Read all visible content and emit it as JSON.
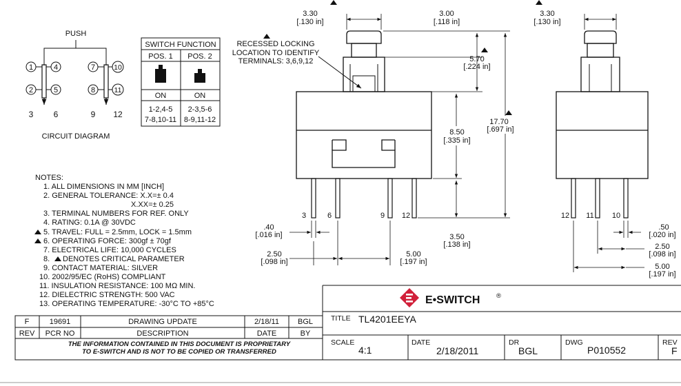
{
  "circuit": {
    "push_label": "PUSH",
    "caption": "CIRCUIT DIAGRAM",
    "terminals": [
      "1",
      "4",
      "2",
      "5",
      "3",
      "6",
      "7",
      "10",
      "8",
      "11",
      "9",
      "12"
    ]
  },
  "switch_function": {
    "title": "SWITCH FUNCTION",
    "pos1": "POS. 1",
    "pos2": "POS. 2",
    "on1": "ON",
    "on2": "ON",
    "conn1_a": "1-2,4-5",
    "conn1_b": "7-8,10-11",
    "conn2_a": "2-3,5-6",
    "conn2_b": "8-9,11-12"
  },
  "callouts": {
    "recessed_1": "RECESSED LOCKING",
    "recessed_2": "LOCATION TO IDENTIFY",
    "recessed_3": "TERMINALS: 3,6,9,12"
  },
  "dims": {
    "d330_mm": "3.30",
    "d330_in": "[.130 in]",
    "d300_mm": "3.00",
    "d300_in": "[.118 in]",
    "d570_mm": "5.70",
    "d570_in": "[.224 in]",
    "d850_mm": "8.50",
    "d850_in": "[.335 in]",
    "d1770_mm": "17.70",
    "d1770_in": "[.697 in]",
    "d350_mm": "3.50",
    "d350_in": "[.138 in]",
    "d040_mm": ".40",
    "d040_in": "[.016 in]",
    "d250_mm": "2.50",
    "d250_in": "[.098 in]",
    "d500_mm": "5.00",
    "d500_in": "[.197 in]",
    "r330_mm": "3.30",
    "r330_in": "[.130 in]",
    "r050_mm": ".50",
    "r050_in": "[.020 in]",
    "r250_mm": "2.50",
    "r250_in": "[.098 in]",
    "r500_mm": "5.00",
    "r500_in": "[.197 in]"
  },
  "front_terminals": [
    "3",
    "6",
    "9",
    "12"
  ],
  "side_terminals": [
    "12",
    "11",
    "10"
  ],
  "notes": {
    "header": "NOTES:",
    "items": [
      "1. ALL DIMENSIONS IN MM [INCH]",
      "2. GENERAL TOLERANCE: X.X=± 0.4",
      "X.XX=± 0.25",
      "3. TERMINAL NUMBERS FOR REF. ONLY",
      "4. RATING: 0.1A @ 30VDC",
      "5. TRAVEL: FULL = 2.5mm, LOCK = 1.5mm",
      "6. OPERATING FORCE: 300gf ± 70gf",
      "7. ELECTRICAL LIFE: 10,000 CYCLES",
      "8.",
      "DENOTES CRITICAL PARAMETER",
      "9. CONTACT MATERIAL: SILVER",
      "10. 2002/95/EC (RoHS) COMPLIANT",
      "11. INSULATION RESISTANCE: 100 MΩ MIN.",
      "12. DIELECTRIC STRENGTH: 500 VAC",
      "13. OPERATING TEMPERATURE: -30°C TO +85°C"
    ]
  },
  "revision": {
    "rev_value": "F",
    "pcr_value": "19691",
    "desc_value": "DRAWING UPDATE",
    "date_value": "2/18/11",
    "by_value": "BGL",
    "h_rev": "REV",
    "h_pcr": "PCR NO",
    "h_desc": "DESCRIPTION",
    "h_date": "DATE",
    "h_by": "BY"
  },
  "proprietary_1": "THE INFORMATION CONTAINED IN THIS DOCUMENT IS PROPRIETARY",
  "proprietary_2": "TO E-SWITCH AND IS NOT TO BE COPIED OR TRANSFERRED",
  "title_block": {
    "brand": "E•SWITCH",
    "brand_mark": "®",
    "title_label": "TITLE",
    "title_value": "TL4201EEYA",
    "scale_label": "SCALE",
    "scale_value": "4:1",
    "date_label": "DATE",
    "date_value": "2/18/2011",
    "dr_label": "DR",
    "dr_value": "BGL",
    "dwg_label": "DWG",
    "dwg_value": "P010552",
    "rev_label": "REV",
    "rev_value": "F"
  },
  "colors": {
    "brand_red": "#d1203a",
    "line": "#111111"
  }
}
